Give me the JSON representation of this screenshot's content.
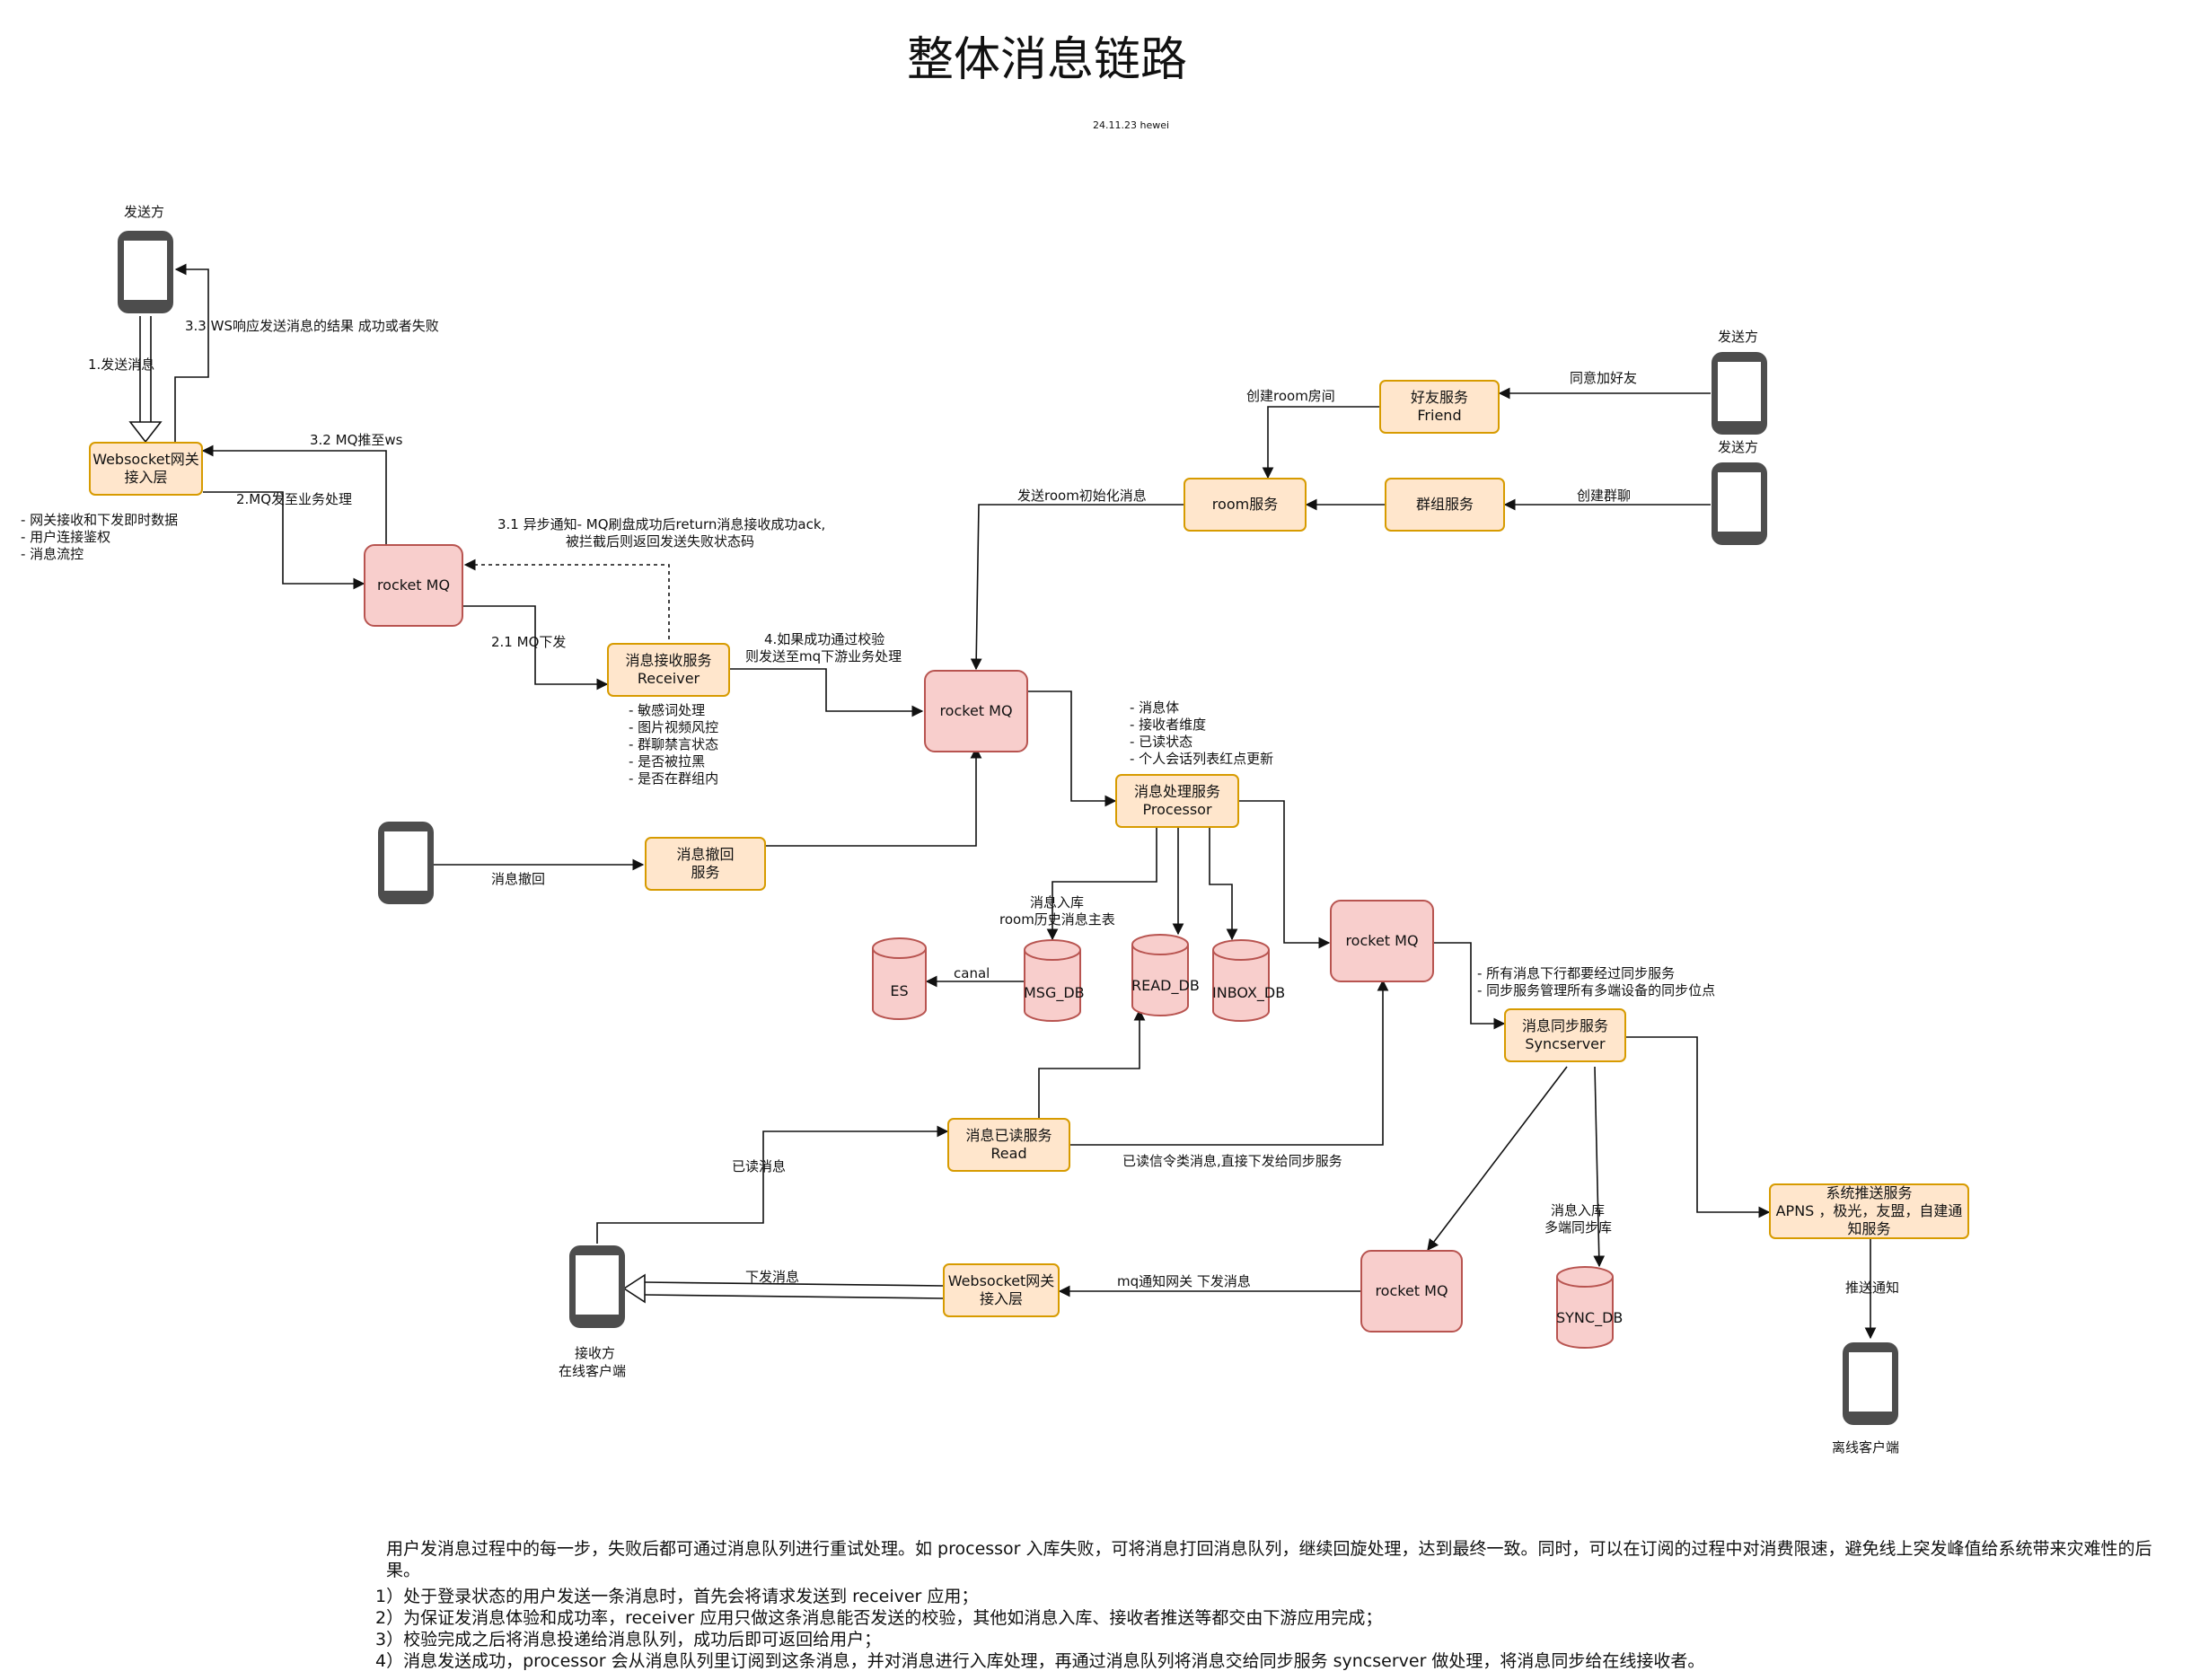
{
  "title": "整体消息链路",
  "subtitle": "24.11.23 hewei",
  "actors": {
    "sender_top": "发送方",
    "sender_right1": "发送方",
    "sender_right2": "发送方",
    "receiver": "接收方",
    "receiver_sub": "在线客户端",
    "offline": "离线客户端"
  },
  "boxes": {
    "ws_gateway_in": [
      "Websocket网关",
      "接入层"
    ],
    "mq1": "rocket MQ",
    "receiver_svc": [
      "消息接收服务",
      "Receiver"
    ],
    "mq2": "rocket MQ",
    "recall_svc": [
      "消息撤回",
      "服务"
    ],
    "friend_svc": [
      "好友服务",
      "Friend"
    ],
    "room_svc": "room服务",
    "group_svc": "群组服务",
    "processor_svc": [
      "消息处理服务",
      "Processor"
    ],
    "mq3": "rocket MQ",
    "sync_svc": [
      "消息同步服务",
      "Syncserver"
    ],
    "read_svc": [
      "消息已读服务",
      "Read"
    ],
    "mq4": "rocket MQ",
    "ws_gateway_out": [
      "Websocket网关",
      "接入层"
    ],
    "push_svc": [
      "系统推送服务",
      "APNS ，极光，友盟，自建通",
      "知服务"
    ]
  },
  "databases": {
    "es": "ES",
    "msg_db": "MSG_DB",
    "read_db": "READ_DB",
    "inbox_db": "INBOX_DB",
    "sync_db": "SYNC_DB"
  },
  "edge_labels": {
    "send_msg": "1.发送消息",
    "ws_response": "3.3 WS响应发送消息的结果 成功或者失败",
    "mq_push_ws": "3.2 MQ推至ws",
    "mq_to_biz": "2.MQ发至业务处理",
    "async_notify": [
      "3.1  异步通知- MQ刷盘成功后return消息接收成功ack,",
      "被拦截后则返回发送失败状态码"
    ],
    "mq_down": "2.1 MQ下发",
    "pass_check": [
      "4.如果成功通过校验",
      "则发送至mq下游业务处理"
    ],
    "recall": "消息撤回",
    "create_room": "创建room房间",
    "agree_friend": "同意加好友",
    "room_init": "发送room初始化消息",
    "create_group": "创建群聊",
    "msg_store": [
      "消息入库",
      "room历史消息主表"
    ],
    "canal": "canal",
    "read_msg": "已读消息",
    "read_signal": "已读信令类消息,直接下发给同步服务",
    "sync_store": [
      "消息入库",
      "多端同步库"
    ],
    "mq_notify_gw": "mq通知网关 下发消息",
    "deliver": "下发消息",
    "push_notify": "推送通知"
  },
  "notes": {
    "gateway": [
      "- 网关接收和下发即时数据",
      "- 用户连接鉴权",
      "- 消息流控"
    ],
    "receiver": [
      "- 敏感词处理",
      "- 图片视频风控",
      "- 群聊禁言状态",
      "- 是否被拉黑",
      "- 是否在群组内"
    ],
    "processor": [
      "- 消息体",
      "- 接收者维度",
      "- 已读状态",
      "- 个人会话列表红点更新"
    ],
    "sync": [
      "- 所有消息下行都要经过同步服务",
      "- 同步服务管理所有多端设备的同步位点"
    ]
  },
  "paragraphs": [
    "用户发消息过程中的每一步，失败后都可通过消息队列进行重试处理。如 processor 入库失败，可将消息打回消息队列，继续回旋处理，达到最终一致。同时，可以在订阅的过程中对消费限速，避免线上突发峰值给系统带来灾难性的后果。",
    "1）处于登录状态的用户发送一条消息时，首先会将请求发送到 receiver 应用；",
    "2）为保证发消息体验和成功率，receiver 应用只做这条消息能否发送的校验，其他如消息入库、接收者推送等都交由下游应用完成；",
    "3）校验完成之后将消息投递给消息队列，成功后即可返回给用户；",
    "4）消息发送成功，processor 会从消息队列里订阅到这条消息，并对消息进行入库处理，再通过消息队列将消息交给同步服务 syncserver 做处理，将消息同步给在线接收者。"
  ],
  "colors": {
    "orange_fill": "#ffe6cc",
    "orange_stroke": "#d79b00",
    "pink_fill": "#f8cecc",
    "pink_stroke": "#b85450",
    "phone": "#4d4d4d"
  }
}
